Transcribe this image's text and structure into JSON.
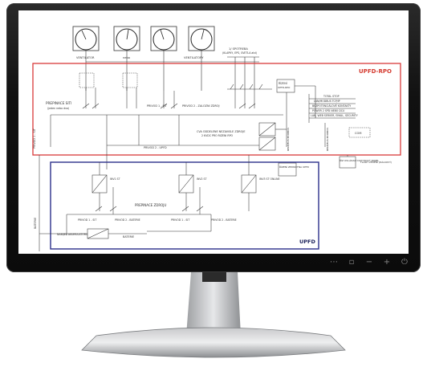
{
  "diagram": {
    "dials": [
      "ventilator_1",
      "nebo",
      "ventilator_2",
      "spare"
    ],
    "labels": {
      "ventilator_1": "VENTILATOR",
      "nebo": "nebo",
      "ventilator_2": "VENTILATORY",
      "spotreba_line1": "1/ SPOTREBA",
      "spotreba_line2": "(KLAPKY, EPS, SVETLA atd)",
      "upfd_rpo": "UPFD-RPO",
      "upfd": "UPFD",
      "prepinace_siti": "PREPINACE SITI",
      "prepinace_siti_sub": "(jeden nebo dva)",
      "privod1_sit_top": "PRIVOD 1 - SIT",
      "privod2_zalozni": "PRIVOD 2 - ZALOZNI ZDROJ",
      "privod2_upfd": "PRIVOD 2 - UPFD",
      "privod1_sit_vert": "PRIVOD 1 - SIT",
      "cva": "CVA ODDELENE NEZAVISLE ZDROJE",
      "cva_sub": "2 KVDC PRO RIZENI RPO",
      "rizeni_rpo": "ŘÍZENÍ",
      "rizeni_rpo_sub": "UPFD-RPO",
      "relays": [
        "TOTAL STOP",
        "LAN/MODBUS TCP/IP",
        "BEZPOTENCIÁLOVÉ KONTAKTY",
        "POWER 2 SPD NEBO DCU",
        "LAN, WEB SERVER, EMAIL, SECURITY"
      ],
      "rele_left": "RELÉ/BUS MODBUS",
      "rele_right": "RELÉ/BUS MODBUS",
      "com": "COM",
      "rizeni_upfd": "ŘÍZENÍ ZEDNOTNA UPFD",
      "ovladaci_panel": "ŘÍZ OVLÁDACÍ DOTYKOVÝ PANEL",
      "flash": "FLASH VEDENÍ (DÁLKOVÝ)",
      "invs": [
        "INV1 ST",
        "INV2 ST",
        "INV3 ST ONLINE"
      ],
      "prepinace_zdroju": "PREPINACE ZDROJU",
      "privod_sit_bot": "PRIVOD 1 - SIT",
      "privod_bat_bot": "PRIVOD 2 - BATERIE",
      "privod_sit_bot2": "PRIVOD 1 - SIT",
      "privod_bat_bot2": "PRIVOD 2 - BATERIE",
      "nabijec": "NABIJEC AKUMULATORU",
      "baterie": "BATERIE",
      "baterie_vert": "BATERIE"
    }
  },
  "monitor": {
    "buttons": [
      "menu-dots",
      "power-small",
      "minus",
      "plus",
      "power"
    ]
  },
  "colors": {
    "upfd_rpo_border": "#d93a3a",
    "upfd_border": "#2b2f8a",
    "upfd_rpo_text": "#d43a2f",
    "upfd_text": "#20265f"
  }
}
